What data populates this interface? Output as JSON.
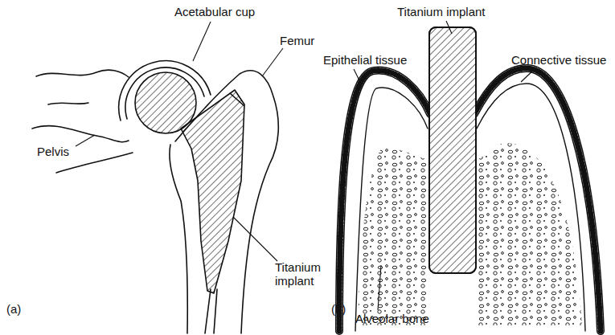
{
  "diagram": {
    "labels": [
      "Acetabular cup",
      "Femur",
      "Pelvis",
      "Titanium implant",
      "(a)",
      "Titanium implant",
      "Epithelial tissue",
      "Connective tissue",
      "Alveolar bone",
      "(b)"
    ]
  }
}
